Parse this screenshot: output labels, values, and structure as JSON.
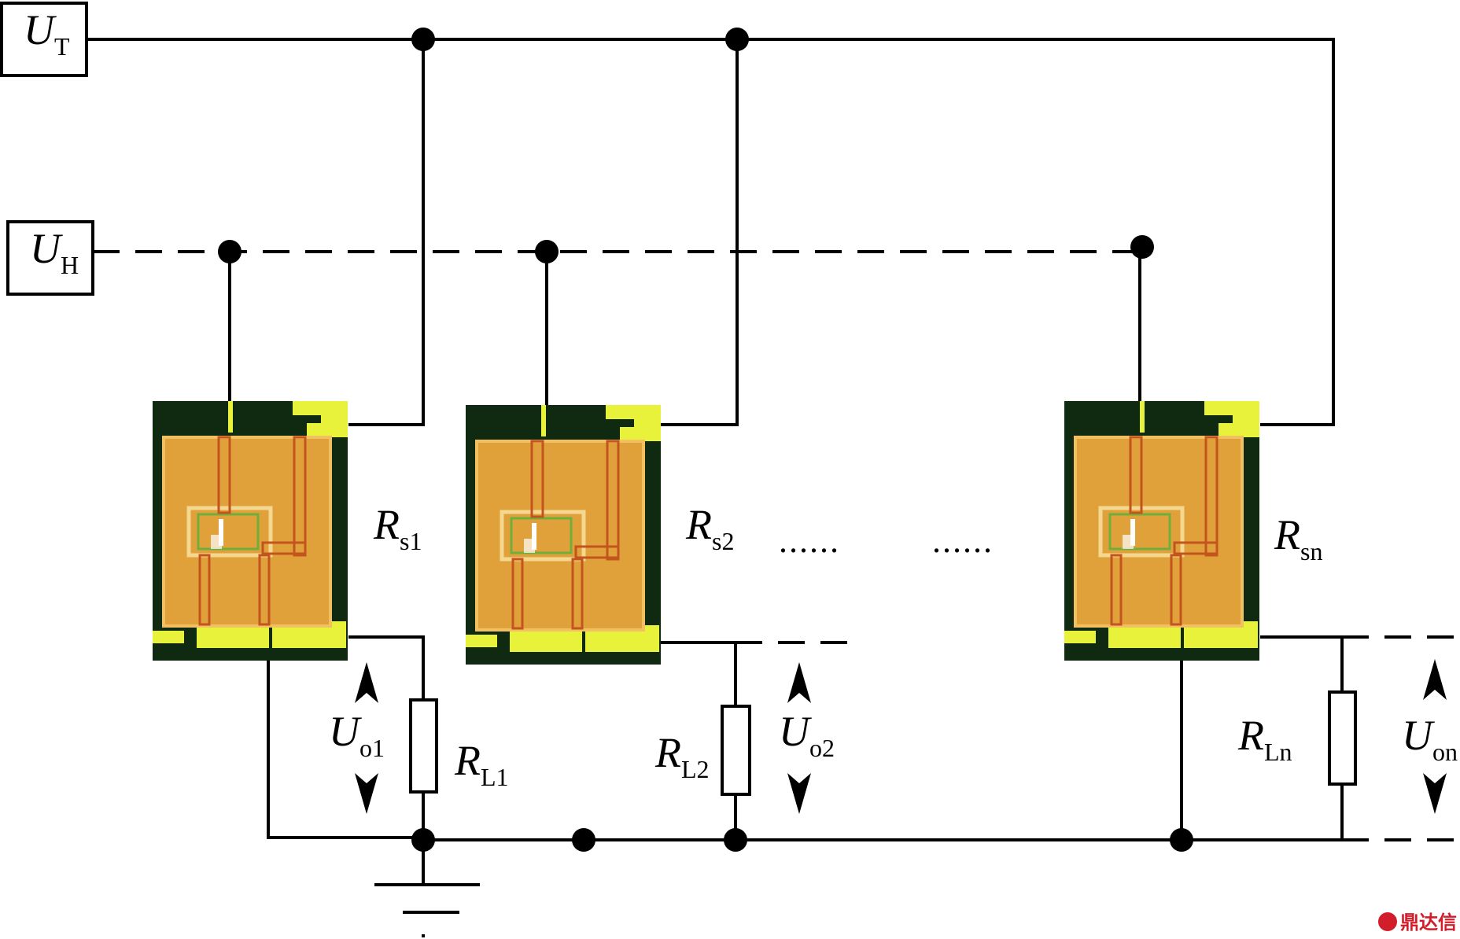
{
  "supplies": {
    "ut": {
      "main": "U",
      "sub": "T"
    },
    "uh": {
      "main": "U",
      "sub": "H"
    }
  },
  "sensors": [
    {
      "main": "R",
      "sub": "s1"
    },
    {
      "main": "R",
      "sub": "s2"
    },
    {
      "main": "R",
      "sub": "sn"
    }
  ],
  "loads": [
    {
      "main": "R",
      "sub": "L1"
    },
    {
      "main": "R",
      "sub": "L2"
    },
    {
      "main": "R",
      "sub": "Ln"
    }
  ],
  "outputs": [
    {
      "main": "U",
      "sub": "o1"
    },
    {
      "main": "U",
      "sub": "o2"
    },
    {
      "main": "U",
      "sub": "on"
    }
  ],
  "ellipsis": [
    "......",
    "......"
  ],
  "watermark": {
    "text": "鼎达信",
    "color": "#d21e2b"
  },
  "colors": {
    "chip_frame": "#0f2a10",
    "chip_body": "#e0a13a",
    "chip_pad": "#e9f23a",
    "trace": "#c4541e"
  }
}
